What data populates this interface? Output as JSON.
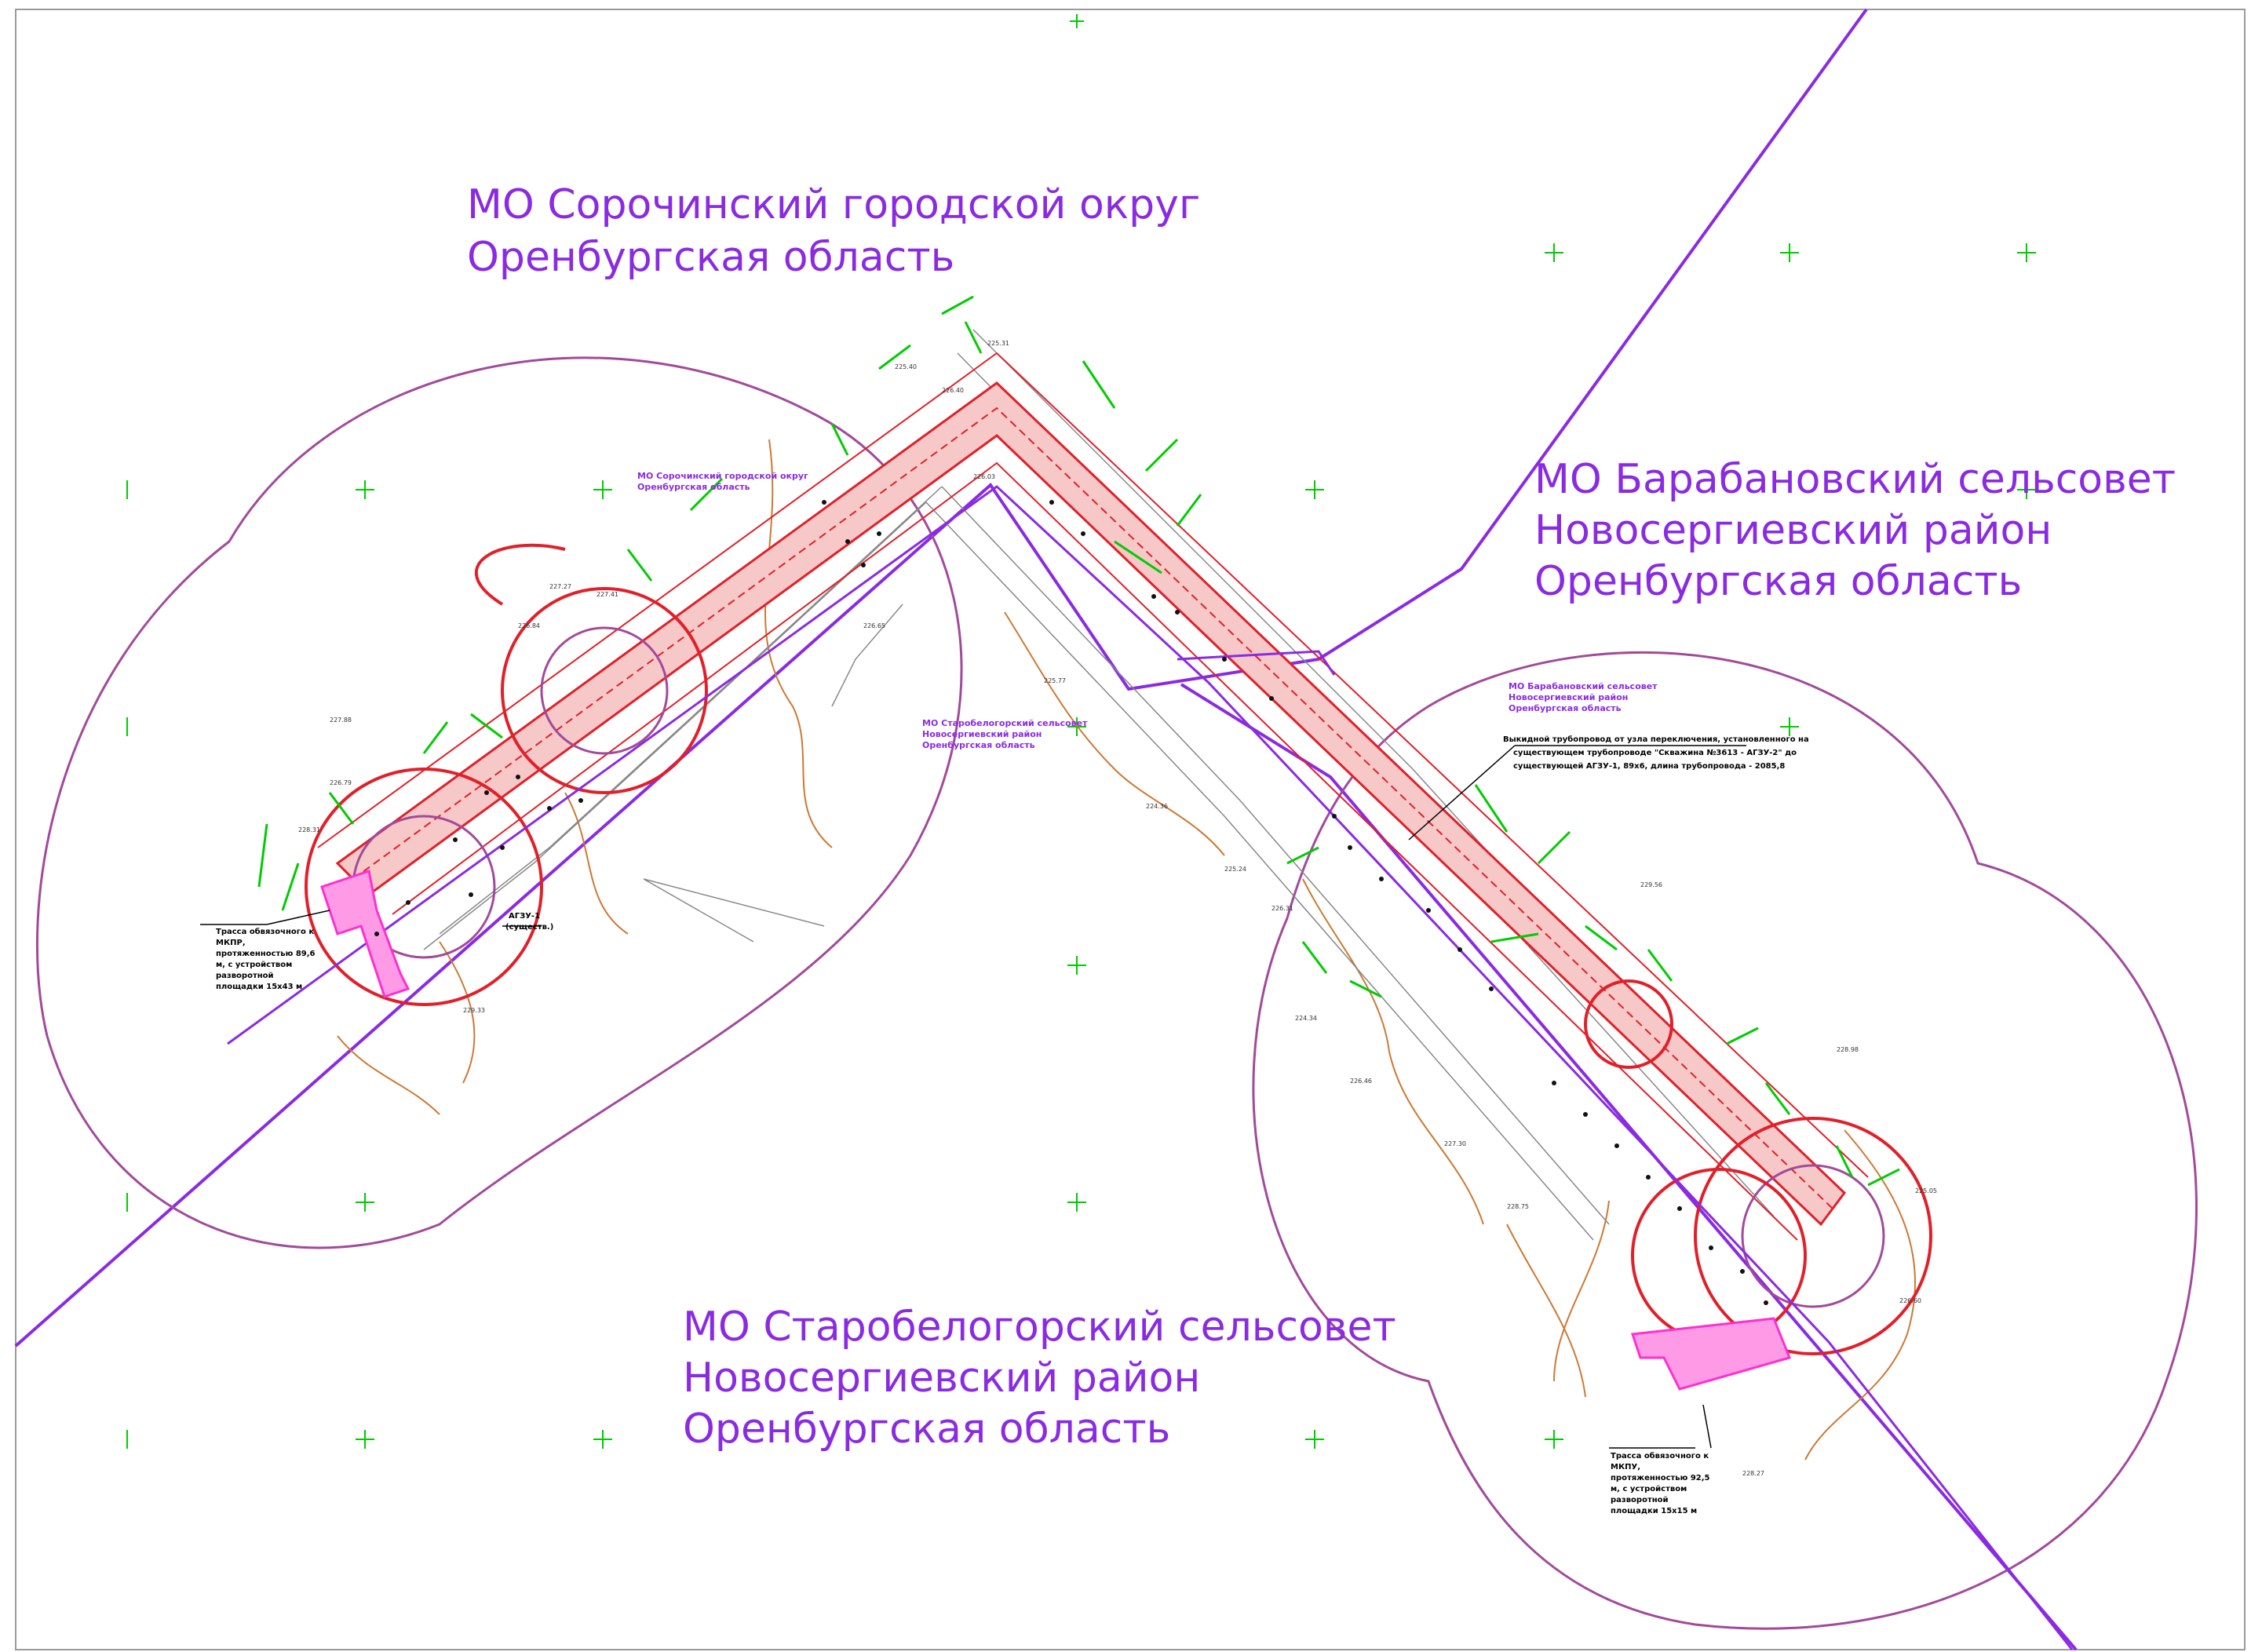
{
  "colors": {
    "boundary": "#8a2be2",
    "buffer_zone": "#a24a9a",
    "pipeline": "#e0202a",
    "pipeline_fill": "#f4b9b9",
    "grid_marks": "#00cc00",
    "contours": "#cc7a33",
    "site_pad": "#ff2fd0"
  },
  "regions": {
    "sorochinsky": {
      "line1": "МО Сорочинский городской округ",
      "line2": "Оренбургская область"
    },
    "barabanovsky": {
      "line1": "МО Барабановский сельсовет",
      "line2": "Новосергиевский район",
      "line3": "Оренбургская область"
    },
    "starobelogorsky": {
      "line1": "МО Старобелогорский сельсовет",
      "line2": "Новосергиевский район",
      "line3": "Оренбургская область"
    }
  },
  "small_labels": {
    "sorochinsky": {
      "line1": "МО Сорочинский городской округ",
      "line2": "Оренбургская область"
    },
    "starobelogorsky": {
      "line1": "МО Старобелогорский сельсовет",
      "line2": "Новосергиевский район",
      "line3": "Оренбургская область"
    },
    "barabanovsky": {
      "line1": "МО Барабановский сельсовет",
      "line2": "Новосергиевский район",
      "line3": "Оренбургская область"
    }
  },
  "callouts": {
    "pipeline_note": {
      "line1": "Выкидной трубопровод от узла переключения, установленного на",
      "line2": "существующем трубопроводе \"Скважина №3613 - АГЗУ-2\" до",
      "line3": "существующей АГЗУ-1, 89х6, длина трубопровода - 2085,8"
    },
    "agzu": {
      "line1": "АГЗУ-1",
      "line2": "(существ.)"
    },
    "route_left": {
      "line1": "Трасса обвязочного к",
      "line2": "МКПР,",
      "line3": "протяженностью 89,6",
      "line4": "м, с устройством",
      "line5": "разворотной",
      "line6": "площадки 15х43 м"
    },
    "route_right": {
      "line1": "Трасса обвязочного к",
      "line2": "МКПУ,",
      "line3": "протяженностью 92,5",
      "line4": "м, с устройством",
      "line5": "разворотной",
      "line6": "площадки 15х15 м"
    }
  },
  "elevations": {
    "e1": "225.31",
    "e2": "226.40",
    "e3": "225.40",
    "e4": "226.03",
    "e5": "226.65",
    "e6": "227.41",
    "e7": "226.84",
    "e8": "227.27",
    "e9": "227.88",
    "e10": "226.79",
    "e11": "228.31",
    "e12": "229.33",
    "e13": "225.77",
    "e14": "224.36",
    "e15": "225.24",
    "e16": "226.31",
    "e17": "226.46",
    "e18": "224.34",
    "e19": "227.30",
    "e20": "228.75",
    "e21": "229.56",
    "e22": "228.98",
    "e23": "225.05",
    "e24": "226.60",
    "e25": "228.27"
  }
}
